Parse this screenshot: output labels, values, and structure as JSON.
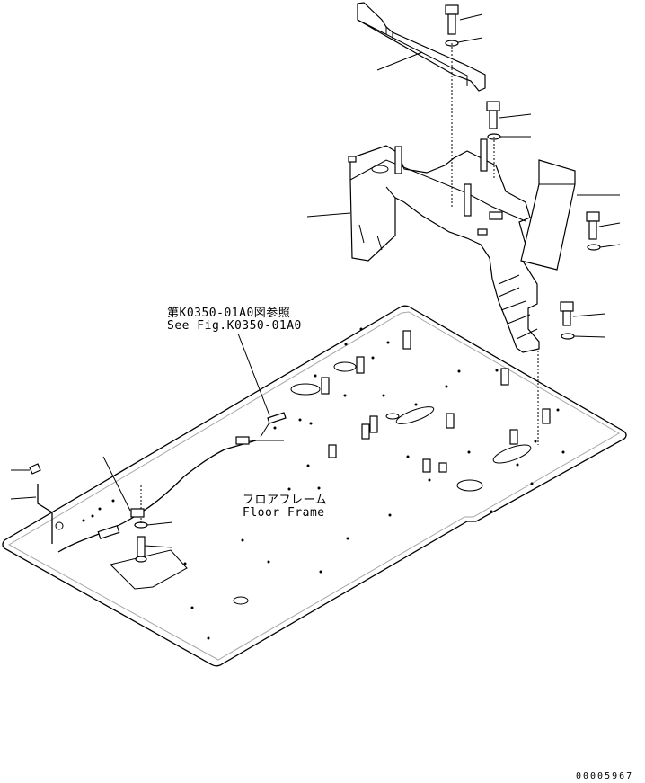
{
  "reference": {
    "jp": "第K0350-01A0図参照",
    "en": "See Fig.K0350-01A0"
  },
  "floor_frame": {
    "jp": "フロアフレーム",
    "en": "Floor Frame"
  },
  "doc_number": "00005967"
}
